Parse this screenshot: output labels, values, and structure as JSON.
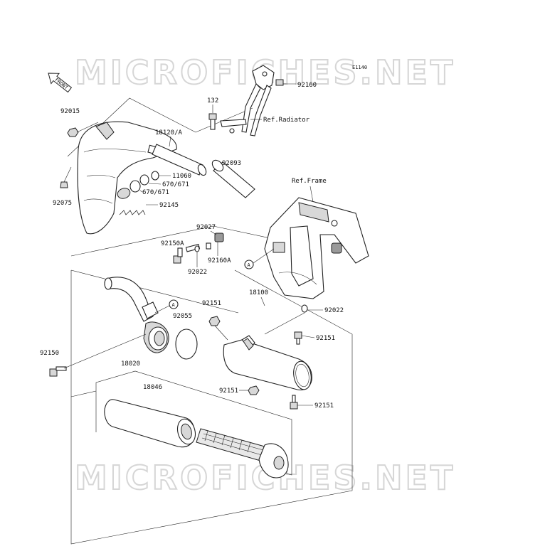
{
  "diagram": {
    "code": "E1140",
    "front_label": "FRONT",
    "watermark": "MICROFICHES.NET",
    "refs": {
      "radiator": "Ref.Radiator",
      "frame": "Ref.Frame"
    },
    "callout_letter": "A",
    "parts": {
      "p92015": "92015",
      "p18120A": "18120/A",
      "p132": "132",
      "p92160": "92160",
      "p11060": "11060",
      "p670a": "670/671",
      "p670b": "670/671",
      "p92075": "92075",
      "p92145": "92145",
      "p92093": "92093",
      "p92027": "92027",
      "p92150A": "92150A",
      "p92160A": "92160A",
      "p92022a": "92022",
      "p18100": "18100",
      "p92151a": "92151",
      "p92022b": "92022",
      "p92055": "92055",
      "p92151b": "92151",
      "p92150": "92150",
      "p18020": "18020",
      "p18046": "18046",
      "p92151c": "92151",
      "p92151d": "92151"
    }
  }
}
